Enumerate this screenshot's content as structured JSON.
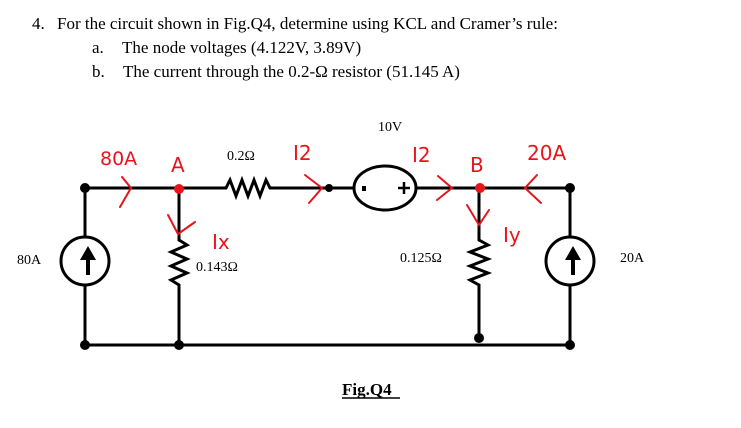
{
  "question": {
    "number": "4.",
    "text": "For the circuit shown in Fig.Q4, determine using KCL and Cramer’s rule:",
    "parts": [
      {
        "marker": "a.",
        "text": "The node voltages (4.122V, 3.89V)"
      },
      {
        "marker": "b.",
        "text": "The current through the 0.2-Ω resistor (51.145 A)"
      }
    ]
  },
  "circuit": {
    "labels": {
      "source_left": "80A",
      "source_right": "20A",
      "resistor_series": "0.2Ω",
      "resistor_left": "0.143Ω",
      "resistor_right": "0.125Ω",
      "voltage_source": "10V",
      "voltage_plus": "+",
      "voltage_minus": "-"
    },
    "annotations": {
      "current_in_left": "80A",
      "node_a": "A",
      "node_b": "B",
      "current_i2_left": "I2",
      "current_i2_right": "I2",
      "current_in_right": "20A",
      "current_ix": "Ix",
      "current_iy": "Iy"
    },
    "annotation_color": "#e8141c",
    "figure_caption": "Fig.Q4"
  }
}
